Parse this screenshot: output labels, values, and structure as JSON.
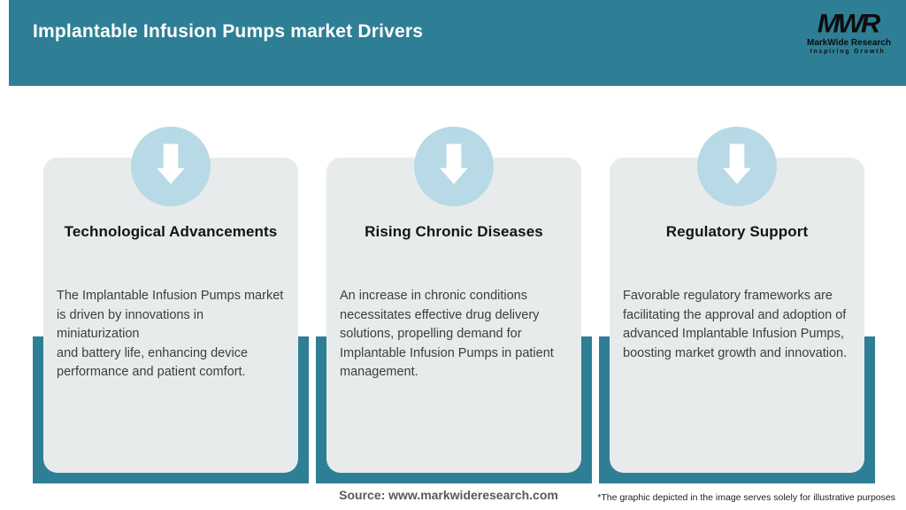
{
  "header": {
    "title": "Implantable Infusion Pumps market Drivers",
    "logo": {
      "monogram": "MWR",
      "name": "MarkWide Research",
      "tagline": "Inspiring Growth"
    }
  },
  "cards": [
    {
      "icon": "down-arrow-icon",
      "title": "Technological Advancements",
      "body": "The Implantable Infusion Pumps market\nis driven by innovations in miniaturization\nand battery life, enhancing device\nperformance and patient comfort."
    },
    {
      "icon": "down-arrow-icon",
      "title": "Rising Chronic Diseases",
      "body": "An increase in chronic conditions\nnecessitates effective drug delivery\nsolutions, propelling demand for\nImplantable Infusion Pumps in patient\nmanagement."
    },
    {
      "icon": "down-arrow-icon",
      "title": "Regulatory Support",
      "body": "Favorable regulatory frameworks are\nfacilitating the approval and adoption of\nadvanced Implantable Infusion Pumps,\nboosting market growth and innovation."
    }
  ],
  "footer": {
    "source": "Source: www.markwideresearch.com",
    "disclaimer": "*The graphic depicted in the image serves solely for illustrative purposes"
  },
  "colors": {
    "accent_teal": "#2E7F96",
    "badge_blue": "#B7DAE6",
    "card_gray": "#E8EBEC",
    "title_white": "#FFFFFF"
  }
}
